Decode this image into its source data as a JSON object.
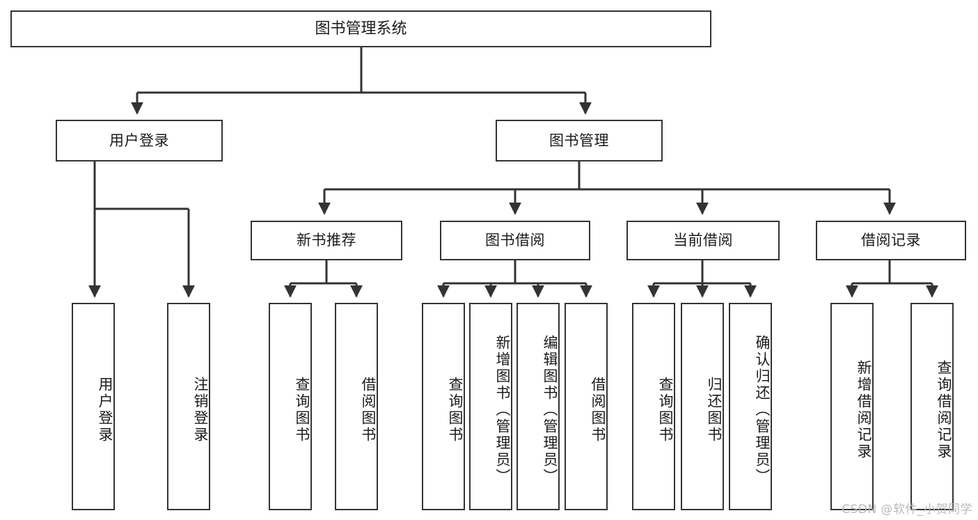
{
  "diagram": {
    "title": "图书管理系统",
    "type": "tree-hierarchy",
    "root": {
      "label": "图书管理系统"
    },
    "level1": [
      {
        "label": "用户登录"
      },
      {
        "label": "图书管理"
      }
    ],
    "level2": [
      {
        "label": "新书推荐"
      },
      {
        "label": "图书借阅"
      },
      {
        "label": "当前借阅"
      },
      {
        "label": "借阅记录"
      }
    ],
    "leaves": {
      "user_login": [
        {
          "label": "用户登录"
        },
        {
          "label": "注销登录"
        }
      ],
      "new_book_recommend": [
        {
          "label": "查询图书"
        },
        {
          "label": "借阅图书"
        }
      ],
      "book_borrow": [
        {
          "label": "查询图书"
        },
        {
          "label": "新增图书（管理员）"
        },
        {
          "label": "编辑图书（管理员）"
        },
        {
          "label": "借阅图书"
        }
      ],
      "current_borrow": [
        {
          "label": "查询图书"
        },
        {
          "label": "归还图书"
        },
        {
          "label": "确认归还（管理员）"
        }
      ],
      "borrow_record": [
        {
          "label": "新增借阅记录"
        },
        {
          "label": "查询借阅记录"
        }
      ]
    }
  },
  "watermark": {
    "text": "CSDN @软件_小贺同学"
  },
  "colors": {
    "border": "#333333",
    "background": "#ffffff",
    "text": "#1b1b1b",
    "watermark": "#b9b9b9"
  }
}
